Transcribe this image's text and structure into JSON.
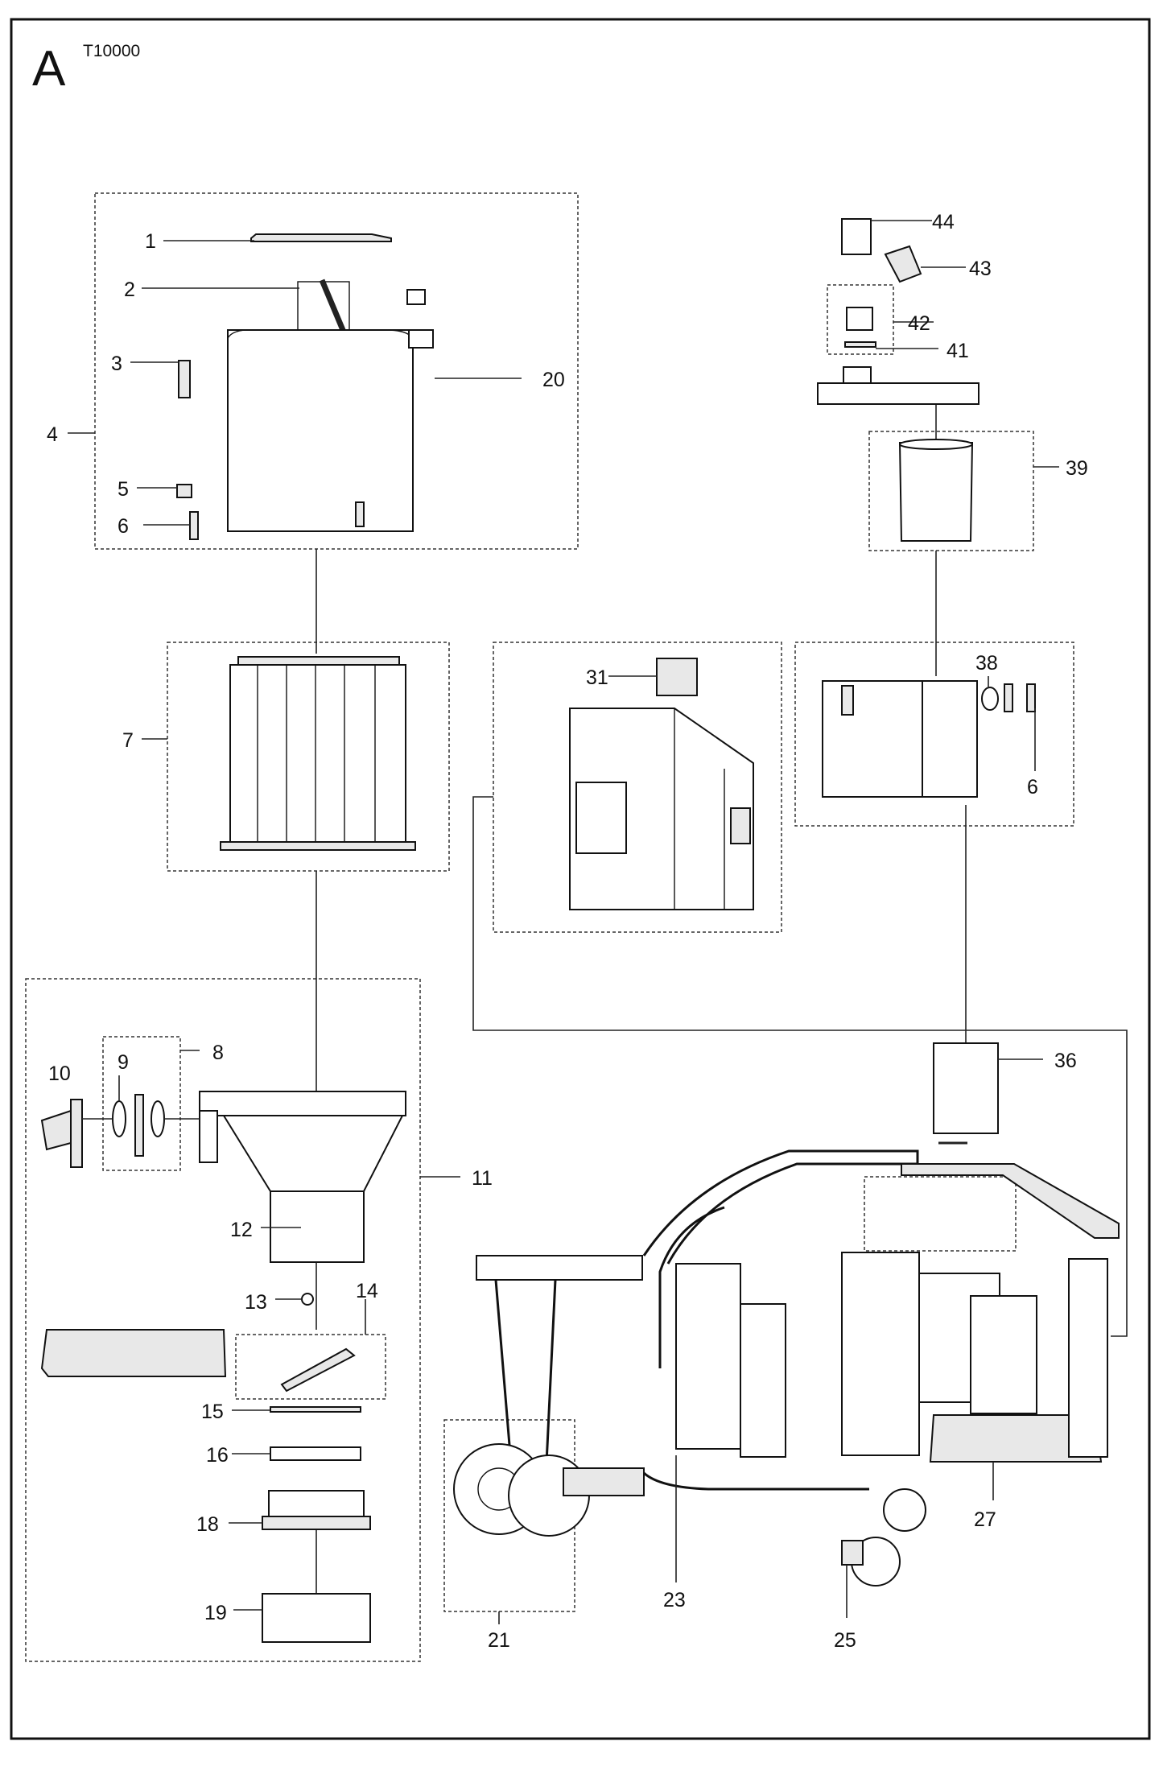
{
  "header": {
    "section_letter": "A",
    "model_code": "T10000"
  },
  "callouts": [
    "1",
    "2",
    "3",
    "4",
    "5",
    "6",
    "7",
    "8",
    "9",
    "10",
    "11",
    "12",
    "13",
    "14",
    "15",
    "16",
    "18",
    "19",
    "20",
    "21",
    "23",
    "25",
    "27",
    "31",
    "36",
    "38",
    "39",
    "41",
    "42",
    "43",
    "44"
  ],
  "callout_6b": "6"
}
